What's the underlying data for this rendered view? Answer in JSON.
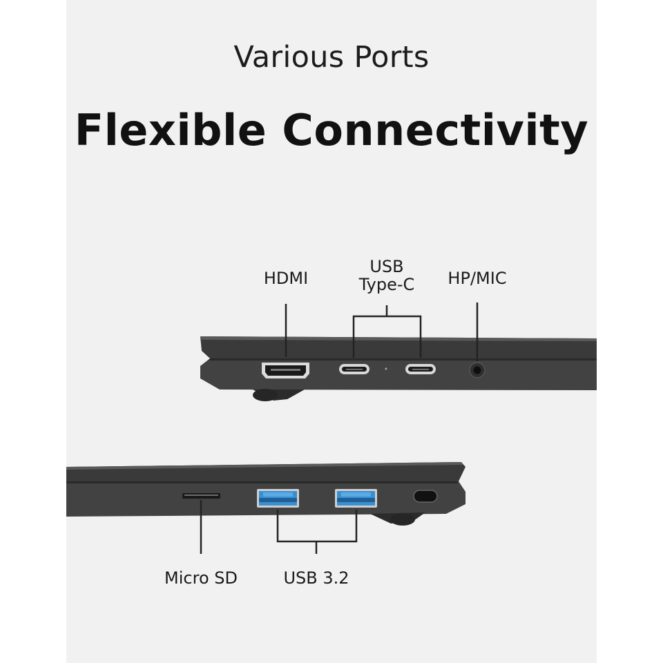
{
  "header": {
    "subtitle": "Various Ports",
    "title": "Flexible Connectivity"
  },
  "ports_top": {
    "hdmi": "HDMI",
    "usb_c_line1": "USB",
    "usb_c_line2": "Type-C",
    "hp_mic": "HP/MIC"
  },
  "ports_bottom": {
    "micro_sd": "Micro SD",
    "usb_32": "USB 3.2"
  },
  "colors": {
    "panel_bg": "#f1f1f1",
    "laptop_body": "#3d3d3d",
    "usb_blue": "#3a8fd0"
  }
}
